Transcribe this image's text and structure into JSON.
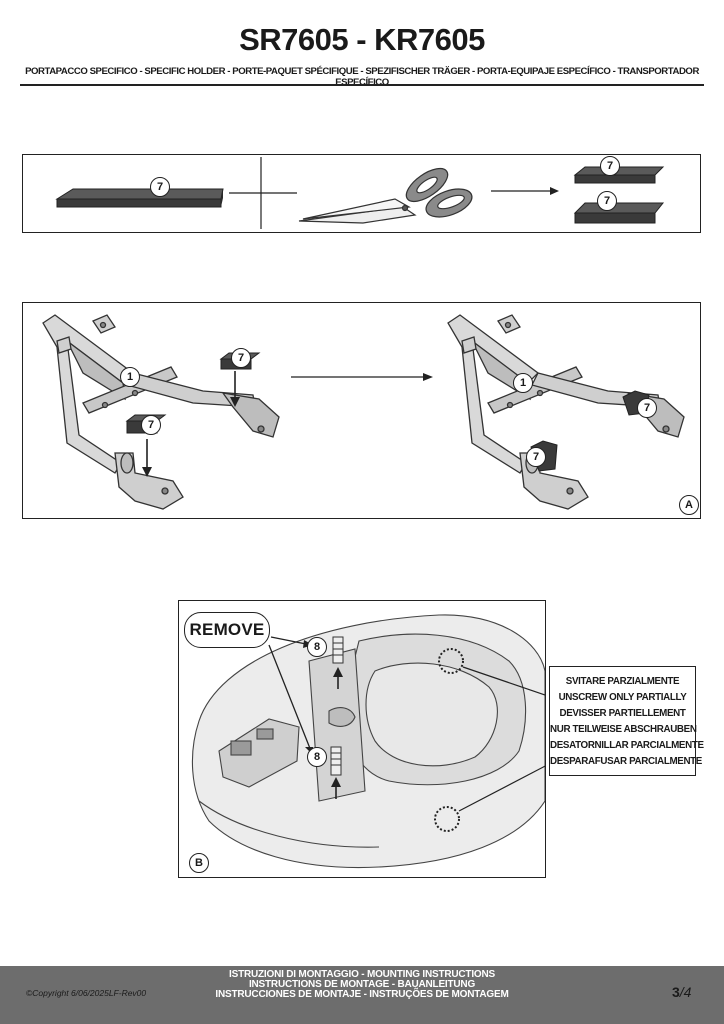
{
  "header": {
    "title": "SR7605 - KR7605",
    "subtitle": "PORTAPACCO SPECIFICO - SPECIFIC HOLDER - PORTE-PAQUET SPÉCIFIQUE - SPEZIFISCHER TRÄGER - PORTA-EQUIPAJE ESPECÍFICO - TRANSPORTADOR ESPECÍFICO"
  },
  "step1": {
    "part_number": "7"
  },
  "step2": {
    "rack_part": "1",
    "pad_part": "7",
    "label": "A"
  },
  "step3": {
    "remove_label": "REMOVE",
    "screw_part": "8",
    "label": "B",
    "instructions": [
      "SVITARE PARZIALMENTE",
      "UNSCREW ONLY PARTIALLY",
      "DEVISSER PARTIELLEMENT",
      "NUR TEILWEISE ABSCHRAUBEN",
      "DESATORNILLAR PARCIALMENTE",
      "DESPARAFUSAR PARCIALMENTE"
    ]
  },
  "footer": {
    "lines": [
      "ISTRUZIONI DI MONTAGGIO  -  MOUNTING INSTRUCTIONS",
      "INSTRUCTIONS DE MONTAGE - BAUANLEITUNG",
      "INSTRUCCIONES DE MONTAJE - INSTRUÇÕES DE MONTAGEM"
    ],
    "copyright": "©Copyright 6/06/2025LF-Rev00",
    "page": "3",
    "total": "/4"
  },
  "colors": {
    "footer_bg": "#6d6d6d",
    "pad": "#3a3a3a",
    "rack": "#d9d9d9",
    "line": "#222222"
  }
}
